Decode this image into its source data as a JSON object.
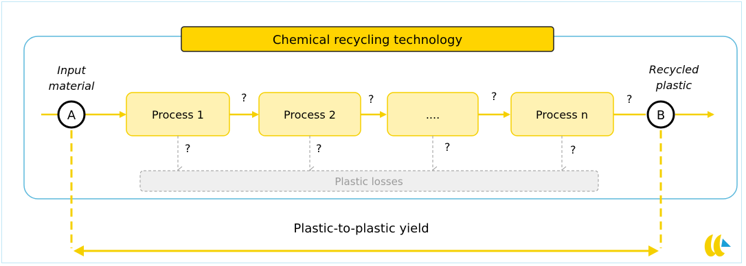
{
  "title": "Chemical recycling technology",
  "input_label": {
    "line1": "Input",
    "line2": "material"
  },
  "output_label": {
    "line1": "Recycled",
    "line2": "plastic"
  },
  "node_a": "A",
  "node_b": "B",
  "processes": [
    "Process 1",
    "Process 2",
    "....",
    "Process n"
  ],
  "question_mark": "?",
  "losses_label": "Plastic losses",
  "yield_label": "Plastic-to-plastic yield",
  "colors": {
    "yellow": "#f5d000",
    "process_fill": "#fff2b3",
    "process_border": "#f5d000",
    "title_fill": "#ffd400",
    "boundary": "#5bb8dc",
    "losses_fill": "#efefef",
    "losses_border": "#9a9a9a",
    "losses_text": "#9a9a9a",
    "dashed_arrow": "#9a9a9a"
  },
  "icons": [
    "logo-icon"
  ]
}
